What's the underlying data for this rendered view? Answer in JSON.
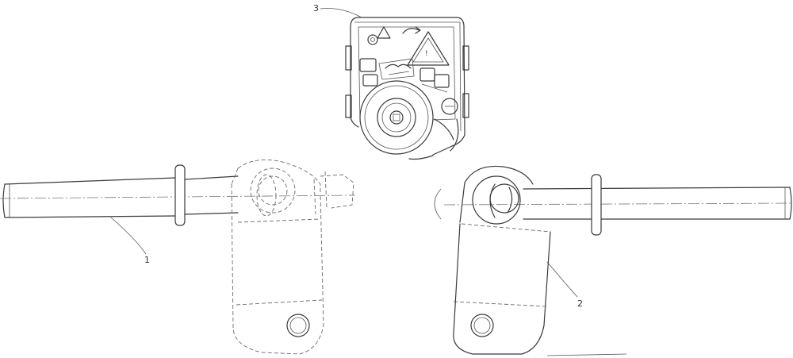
{
  "callouts": {
    "item1": "1",
    "item2": "2",
    "item3": "3"
  },
  "colors": {
    "line": "#3a3a3a",
    "background": "#ffffff"
  },
  "icons": [
    "warning-triangle-icon",
    "gear-icon",
    "lock-icon",
    "key-switch-icon"
  ]
}
